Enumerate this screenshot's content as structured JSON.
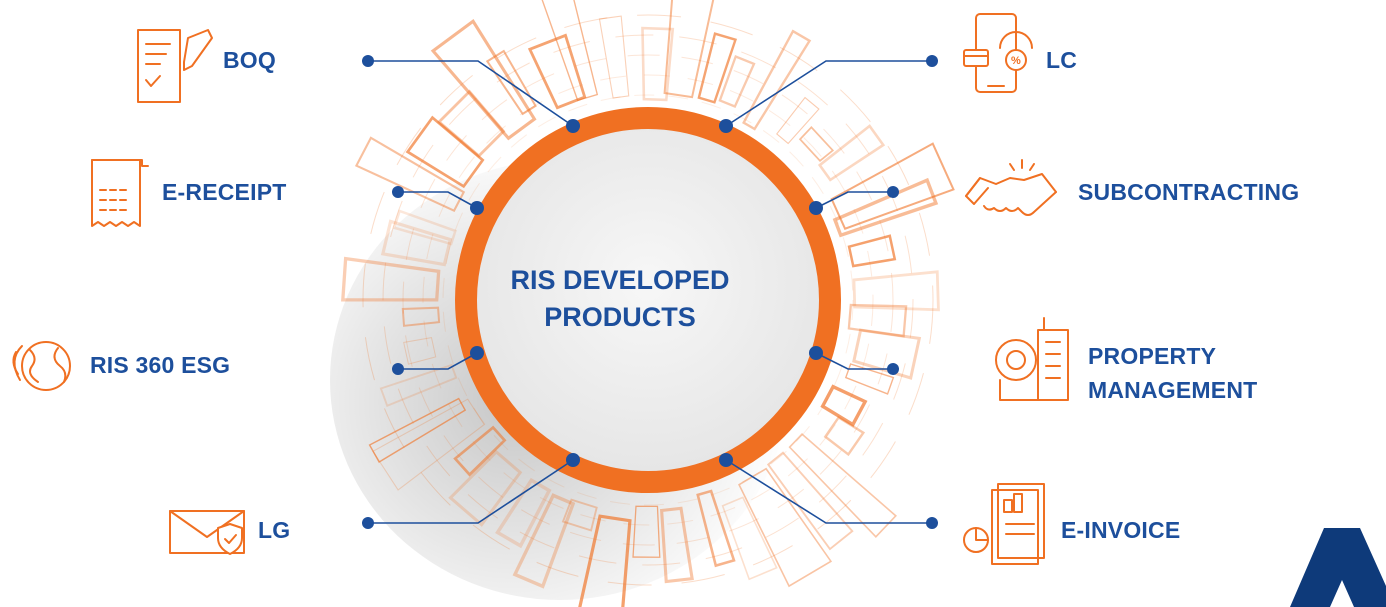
{
  "center": {
    "line1": "RIS DEVELOPED",
    "line2": "PRODUCTS"
  },
  "products": {
    "boq": "BOQ",
    "e_receipt": "E-RECEIPT",
    "ris_360_esg": "RIS 360 ESG",
    "lg": "LG",
    "lc": "LC",
    "subcontracting": "SUBCONTRACTING",
    "property_management_1": "PROPERTY",
    "property_management_2": "MANAGEMENT",
    "e_invoice": "E-INVOICE"
  },
  "colors": {
    "accent": "#f07022",
    "text": "#1d4f9c",
    "dot": "#1d4f9c",
    "ring_fill": "#f1f1f1",
    "brand": "#0e3a7a"
  },
  "icons": [
    "contract-icon",
    "receipt-icon",
    "globe-leaf-icon",
    "envelope-shield-icon",
    "mobile-payment-icon",
    "handshake-icon",
    "building-gear-icon",
    "report-chart-icon",
    "brand-logo-icon"
  ]
}
